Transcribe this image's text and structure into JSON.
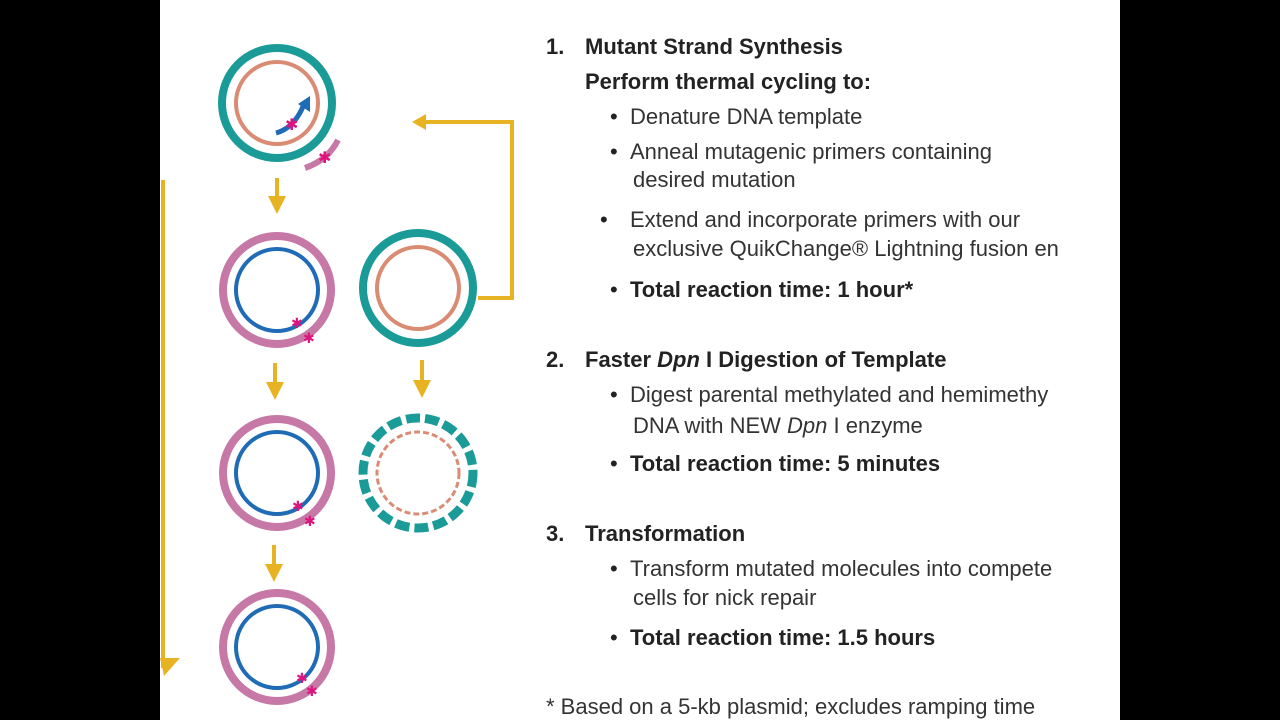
{
  "colors": {
    "teal": "#1a9b98",
    "salmon": "#d98c73",
    "pink_strand": "#c678a6",
    "blue_strand": "#1f6bb5",
    "arrow": "#e8b323",
    "mutation": "#e0137e"
  },
  "steps": [
    {
      "number": "1.",
      "title": "Mutant Strand Synthesis",
      "subtitle": "Perform thermal cycling to:",
      "bullets": [
        [
          "Denature DNA template"
        ],
        [
          "Anneal mutagenic primers containing",
          "desired mutation"
        ],
        [
          "Extend and incorporate primers with our",
          "exclusive QuikChange® Lightning fusion en"
        ]
      ],
      "total": "Total reaction time: 1 hour*"
    },
    {
      "number": "2.",
      "title_pre": "Faster ",
      "title_italic": "Dpn",
      "title_post": " I Digestion of Template",
      "bullet_line1": "Digest parental methylated and hemimethy",
      "bullet_line2_pre": "DNA with NEW ",
      "bullet_line2_italic": "Dpn",
      "bullet_line2_post": " I enzyme",
      "total": "Total reaction time: 5 minutes"
    },
    {
      "number": "3.",
      "title": "Transformation",
      "bullets": [
        [
          "Transform mutated molecules into compete",
          "cells for nick repair"
        ]
      ],
      "total": "Total reaction time: 1.5 hours"
    }
  ],
  "footnote": "* Based on a 5-kb plasmid; excludes ramping time"
}
